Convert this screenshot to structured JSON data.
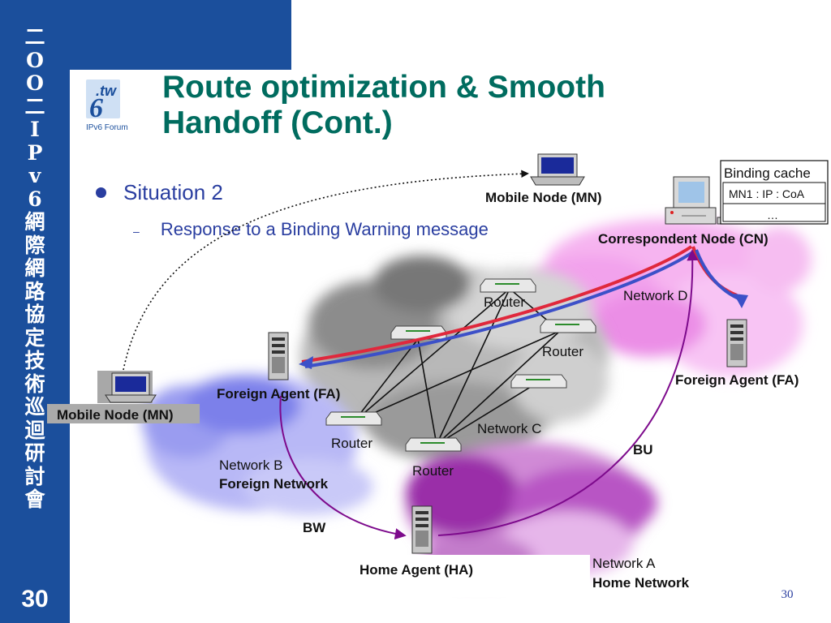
{
  "sidebar": {
    "vertical_chars": [
      "二",
      "O",
      "O",
      "二",
      "I",
      "P",
      "v",
      "6",
      "網",
      "際",
      "網",
      "路",
      "協",
      "定",
      "技",
      "術",
      "巡",
      "迴",
      "研",
      "討",
      "會"
    ],
    "slide_number": "30"
  },
  "logo": {
    "tw": ".tw",
    "six": "6",
    "forum": "IPv6 Forum"
  },
  "title": "Route optimization & Smooth Handoff (Cont.)",
  "bullets": {
    "level1": "Situation 2",
    "level2": "Response to a Binding Warning message"
  },
  "binding_cache": {
    "header": "Binding cache",
    "row1": "MN1 : IP : CoA",
    "row2": "…"
  },
  "nodes": {
    "mn_top": "Mobile Node (MN)",
    "mn_left": "Mobile Node (MN)",
    "cn": "Correspondent Node (CN)",
    "fa_left": "Foreign Agent (FA)",
    "fa_right": "Foreign Agent (FA)",
    "ha": "Home Agent (HA)"
  },
  "routers": [
    "Router",
    "Router",
    "Router",
    "Router"
  ],
  "networks": {
    "d": "Network D",
    "c": "Network C",
    "b": "Network B",
    "b_sub": "Foreign Network",
    "a": "Network A",
    "a_sub": "Home Network"
  },
  "messages": {
    "bu": "BU",
    "bw": "BW"
  },
  "page_number": "30",
  "colors": {
    "sidebar": "#1b4f9c",
    "title": "#006c5f",
    "bullet": "#2a3ea0",
    "path_red": "#e0283c",
    "path_blue": "#3c50c8",
    "arrow_purple": "#7d0a8c"
  }
}
